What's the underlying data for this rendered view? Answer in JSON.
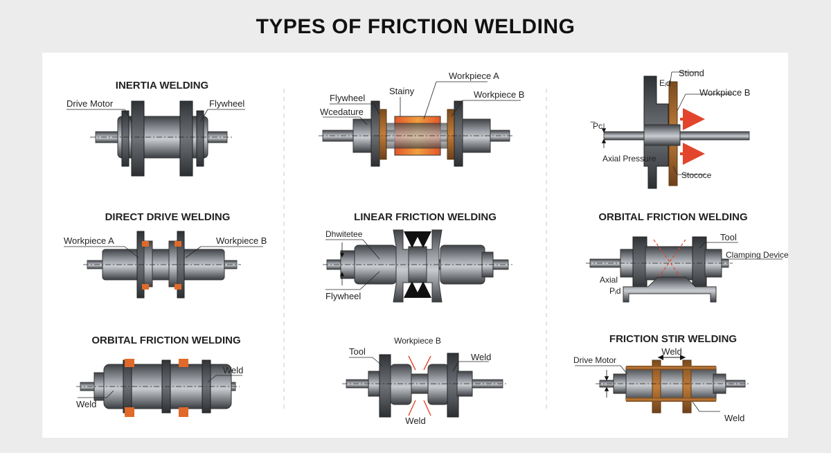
{
  "title": "TYPES OF FRICTION WELDING",
  "sections": {
    "inertia": {
      "heading": "INERTIA WELDING",
      "labels": {
        "drive_motor": "Drive Motor",
        "flywheel": "Flywheel"
      }
    },
    "top_middle": {
      "heading": "",
      "labels": {
        "flywheel": "Flywheel",
        "wcedature": "Wcedature",
        "stainy": "Stainy",
        "workpiece_a": "Workpiece A",
        "workpiece_b": "Workpiece B"
      }
    },
    "top_right": {
      "heading": "",
      "labels": {
        "ed": "Eᵢd",
        "stiond": "Stiond",
        "workpiece_b": "Workpiece B",
        "pc": "̅Pᴄ",
        "axial_pressure": "Axial Pressure",
        "stococe": "Stococe"
      }
    },
    "direct_drive": {
      "heading": "DIRECT DRIVE WELDING",
      "labels": {
        "workpiece_a": "Workpiece A",
        "workpiece_b": "Workpiece B"
      }
    },
    "linear": {
      "heading": "LINEAR FRICTION WELDING",
      "labels": {
        "dhwitetee": "Dhwitetee",
        "flywheel": "Flywheel"
      }
    },
    "orbital_right": {
      "heading": "ORBITAL FRICTION WELDING",
      "labels": {
        "tool": "Tool",
        "clamping_device": "Clamping Device",
        "axial": "Axial",
        "pid": "Pᵢd"
      }
    },
    "orbital_left": {
      "heading": "ORBITAL FRICTION WELDING",
      "labels": {
        "weld_right": "Weld",
        "weld_left": "Weld"
      }
    },
    "bottom_middle": {
      "heading": "",
      "labels": {
        "workpiece_b": "Workpiece B",
        "tool": "Tool",
        "weld_right": "Weld",
        "weld_bottom": "Weld"
      }
    },
    "friction_stir": {
      "heading": "FRICTION STIR WELDING",
      "labels": {
        "weld_top": "Weld",
        "drive_motor": "Drive Motor",
        "weld_bottom": "Weld"
      }
    }
  },
  "colors": {
    "metal_dark": "#4a4d52",
    "metal_mid": "#7b7f85",
    "metal_light": "#a9adb2",
    "weld_orange": "#e06a2a",
    "copper": "#b0702e",
    "arrow_red": "#e2452b",
    "arrow_blue": "#3a6db6"
  }
}
